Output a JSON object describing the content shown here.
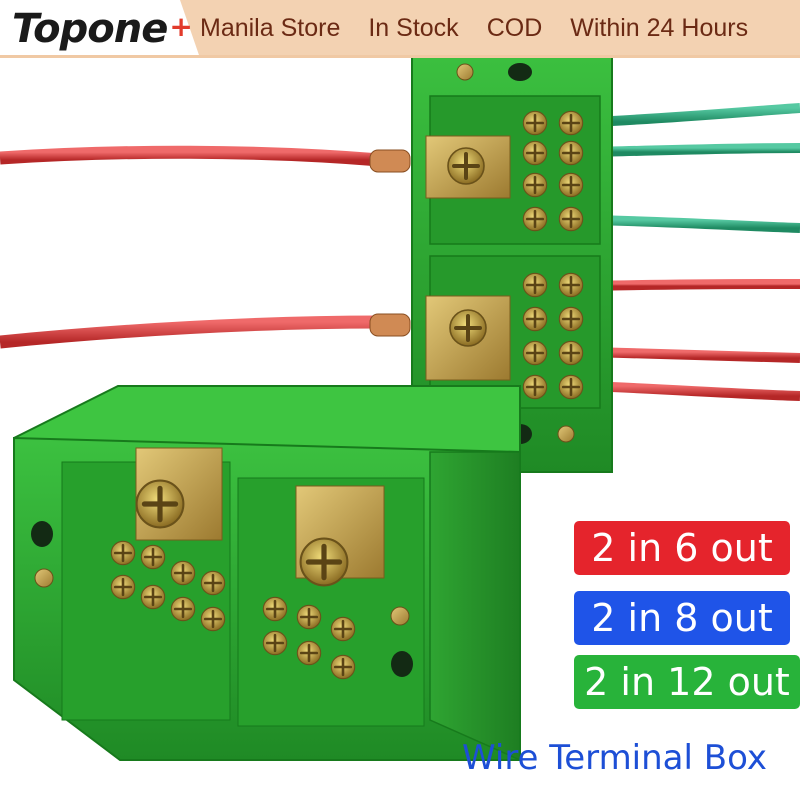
{
  "header": {
    "logo": "Topone",
    "logo_plus": "+",
    "tags": [
      "Manila Store",
      "In Stock",
      "COD",
      "Within 24 Hours"
    ]
  },
  "badges": [
    {
      "label": "2 in 6 out",
      "color": "#e5242c"
    },
    {
      "label": "2 in 8 out",
      "color": "#1f54e8"
    },
    {
      "label": "2 in 12 out",
      "color": "#28b33a"
    }
  ],
  "caption": "Wire Terminal Box",
  "colors": {
    "banner": "#f3d2b2",
    "box_green": "#35b236",
    "box_dark": "#1f8a25",
    "wire_red": "#d33a3a",
    "wire_green": "#2ea57d",
    "brass": "#c9a84a"
  },
  "icons": [
    "topone-logo",
    "terminal-box-product-photo"
  ]
}
